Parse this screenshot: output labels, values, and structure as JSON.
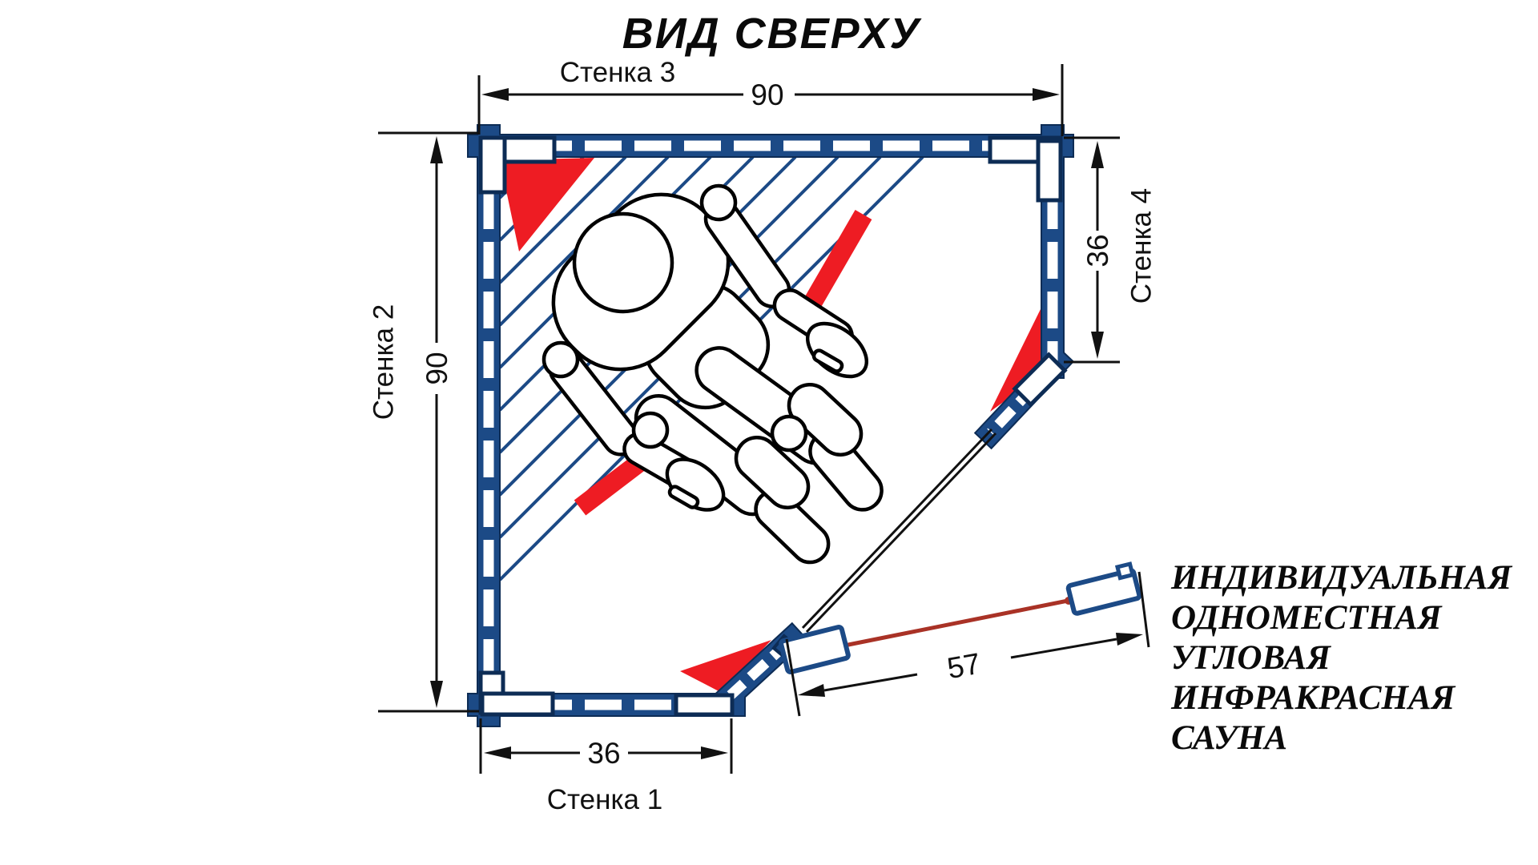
{
  "title": "ВИД СВЕРХУ",
  "labels": {
    "wall1": "Стенка 1",
    "wall2": "Стенка 2",
    "wall3": "Стенка 3",
    "wall4": "Стенка 4"
  },
  "dimensions": {
    "wall3_width": "90",
    "wall2_height": "90",
    "wall4_height": "36",
    "wall1_width": "36",
    "door_width": "57"
  },
  "caption": {
    "line1": "ИНДИВИДУАЛЬНАЯ",
    "line2": "ОДНОМЕСТНАЯ",
    "line3": "УГЛОВАЯ",
    "line4": "ИНФРАКРАСНАЯ",
    "line5": "САУНА"
  },
  "colors": {
    "wall_blue": "#1c4a86",
    "wall_outline": "#0d2c55",
    "heater_red": "#ee1c23",
    "door_red": "#a93226",
    "line_black": "#111111"
  }
}
